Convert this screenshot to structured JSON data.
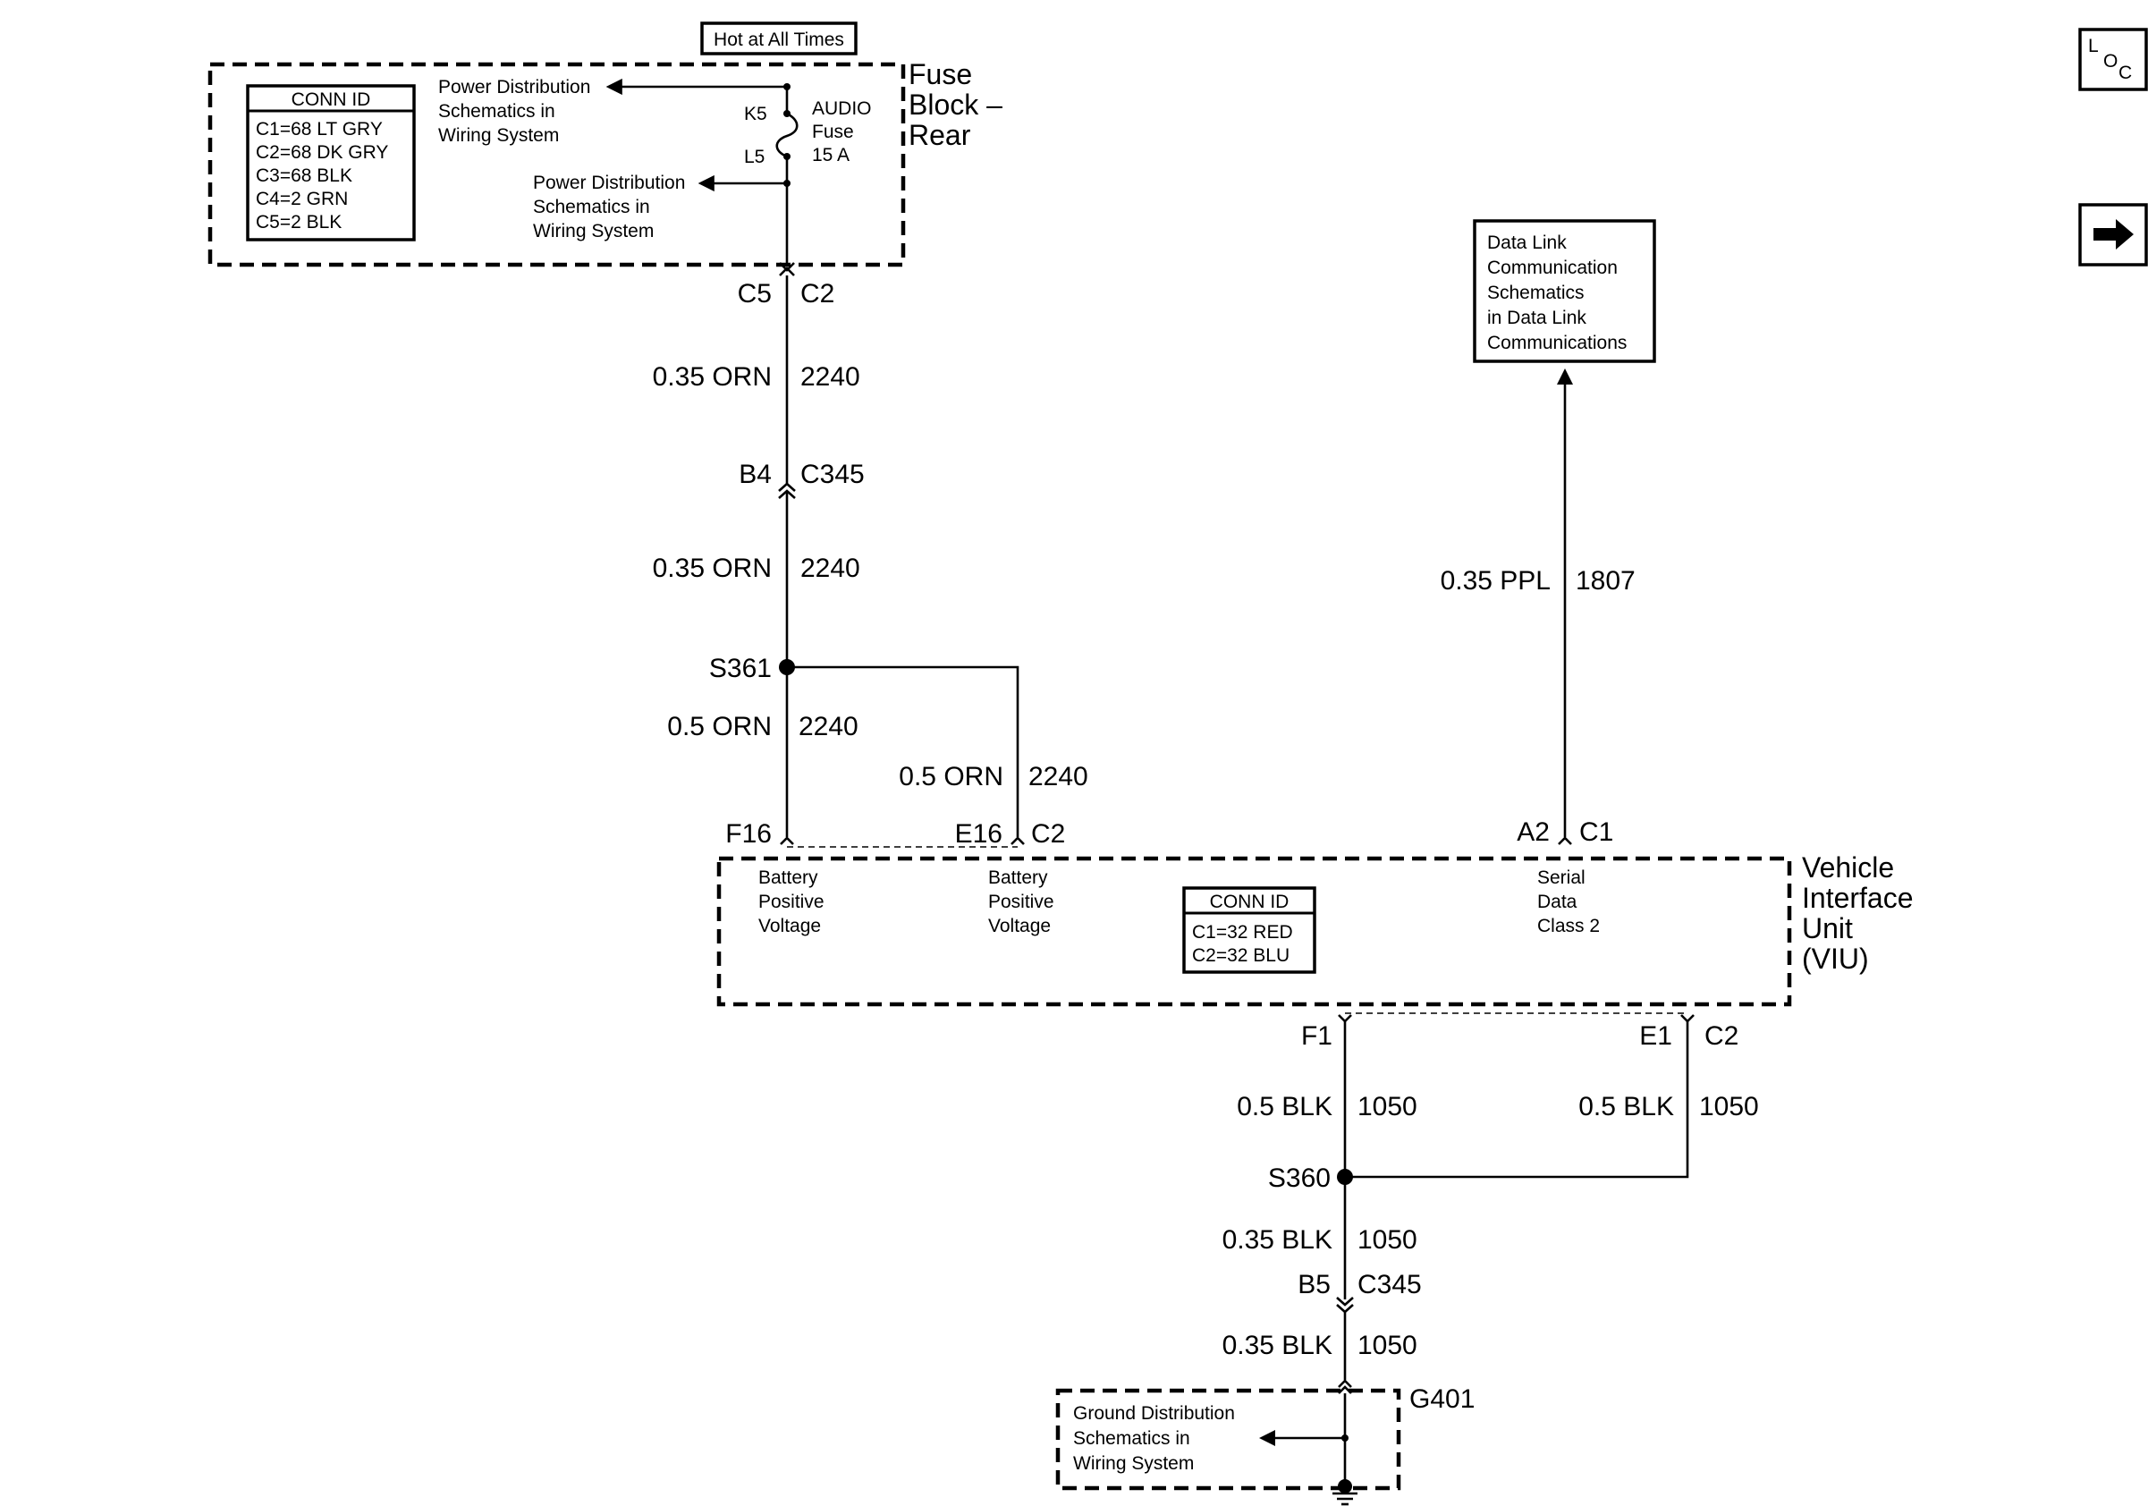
{
  "header": {
    "hot_label": "Hot at All Times"
  },
  "fuse_block": {
    "title_lines": [
      "Fuse",
      "Block –",
      "Rear"
    ],
    "conn_id": {
      "title": "CONN ID",
      "lines": [
        "C1=68 LT GRY",
        "C2=68 DK GRY",
        "C3=68 BLK",
        "C4=2 GRN",
        "C5=2 BLK"
      ]
    },
    "power_dist_1": [
      "Power Distribution",
      "Schematics in",
      "Wiring System"
    ],
    "power_dist_2": [
      "Power Distribution",
      "Schematics in",
      "Wiring System"
    ],
    "fuse_label": [
      "AUDIO",
      "Fuse",
      "15 A"
    ],
    "pin_top": "K5",
    "pin_bottom": "L5"
  },
  "wires": {
    "c5": "C5",
    "c2_top": "C2",
    "w1_size": "0.35 ORN",
    "w1_circuit": "2240",
    "b4": "B4",
    "c345_top": "C345",
    "w2_size": "0.35 ORN",
    "w2_circuit": "2240",
    "s361": "S361",
    "w3_size": "0.5 ORN",
    "w3_circuit": "2240",
    "w4_size": "0.5 ORN",
    "w4_circuit": "2240",
    "f16": "F16",
    "e16": "E16",
    "c2_viu": "C2",
    "a2": "A2",
    "c1_viu": "C1",
    "ppl_size": "0.35 PPL",
    "ppl_circuit": "1807",
    "f1": "F1",
    "e1": "E1",
    "c2_bottom": "C2",
    "w5_size": "0.5 BLK",
    "w5_circuit": "1050",
    "w6_size": "0.5 BLK",
    "w6_circuit": "1050",
    "s360": "S360",
    "w7_size": "0.35 BLK",
    "w7_circuit": "1050",
    "b5": "B5",
    "c345_bottom": "C345",
    "w8_size": "0.35 BLK",
    "w8_circuit": "1050",
    "g401": "G401"
  },
  "data_link_box": [
    "Data Link",
    "Communication",
    "Schematics",
    "in Data Link",
    "Communications"
  ],
  "viu": {
    "title_lines": [
      "Vehicle",
      "Interface",
      "Unit",
      "(VIU)"
    ],
    "pin_f16_label": [
      "Battery",
      "Positive",
      "Voltage"
    ],
    "pin_e16_label": [
      "Battery",
      "Positive",
      "Voltage"
    ],
    "pin_a2_label": [
      "Serial",
      "Data",
      "Class 2"
    ],
    "conn_id": {
      "title": "CONN ID",
      "lines": [
        "C1=32 RED",
        "C2=32 BLU"
      ]
    }
  },
  "ground": {
    "lines": [
      "Ground Distribution",
      "Schematics in",
      "Wiring System"
    ]
  },
  "nav": {
    "loc_letters": [
      "L",
      "O",
      "C"
    ],
    "arrow_icon": "right-arrow-icon",
    "loc_icon": "loc-icon"
  }
}
